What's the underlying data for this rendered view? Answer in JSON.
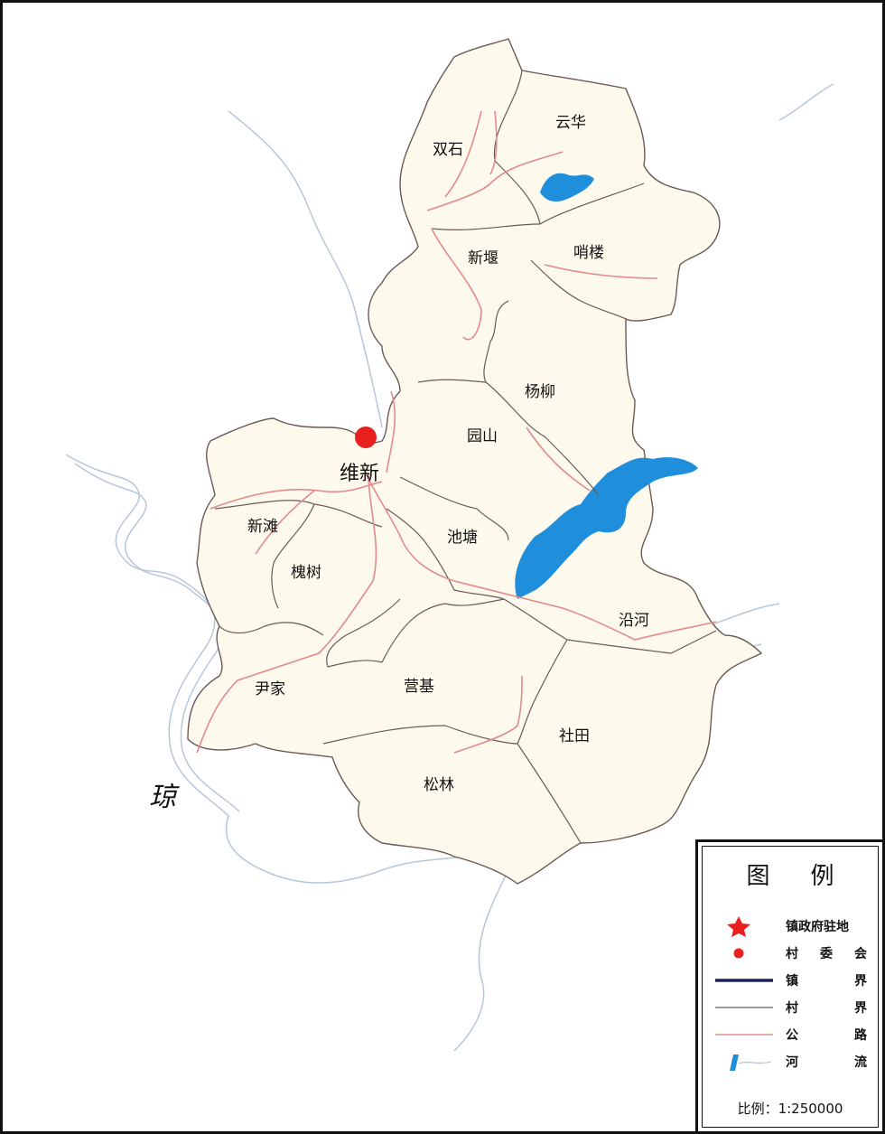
{
  "map": {
    "villages": [
      {
        "id": "shuangshi",
        "name": "双石"
      },
      {
        "id": "yunhua",
        "name": "云华"
      },
      {
        "id": "xinyan",
        "name": "新堰"
      },
      {
        "id": "shaolou",
        "name": "哨楼"
      },
      {
        "id": "yangliu",
        "name": "杨柳"
      },
      {
        "id": "yuanshan",
        "name": "园山"
      },
      {
        "id": "chitang",
        "name": "池塘"
      },
      {
        "id": "xintan",
        "name": "新滩"
      },
      {
        "id": "huaishu",
        "name": "槐树"
      },
      {
        "id": "yanhe",
        "name": "沿河"
      },
      {
        "id": "yinjia",
        "name": "尹家"
      },
      {
        "id": "yingji",
        "name": "营基"
      },
      {
        "id": "shetian",
        "name": "社田"
      },
      {
        "id": "songlin",
        "name": "松林"
      }
    ],
    "town_seat": {
      "name": "维新"
    },
    "river_label": "琼",
    "colors": {
      "land": "#fdf9ed",
      "village_border": "#6b5a55",
      "road": "#e38a8a",
      "water": "#1f8fdc",
      "stream": "#b8c6dc",
      "town_border": "#1a1f5e",
      "village_dot": "#e82020"
    }
  },
  "legend": {
    "title_left": "图",
    "title_right": "例",
    "items": [
      {
        "symbol": "star-icon",
        "text": "镇政府驻地"
      },
      {
        "symbol": "dot-icon",
        "text_a": "村",
        "text_b": "委",
        "text_c": "会"
      },
      {
        "symbol": "town-border-line",
        "text_a": "镇",
        "text_b": "界"
      },
      {
        "symbol": "village-border-line",
        "text_a": "村",
        "text_b": "界"
      },
      {
        "symbol": "road-line",
        "text_a": "公",
        "text_b": "路"
      },
      {
        "symbol": "river-icon",
        "text_a": "河",
        "text_b": "流"
      }
    ],
    "scale": "比例：1:250000"
  }
}
